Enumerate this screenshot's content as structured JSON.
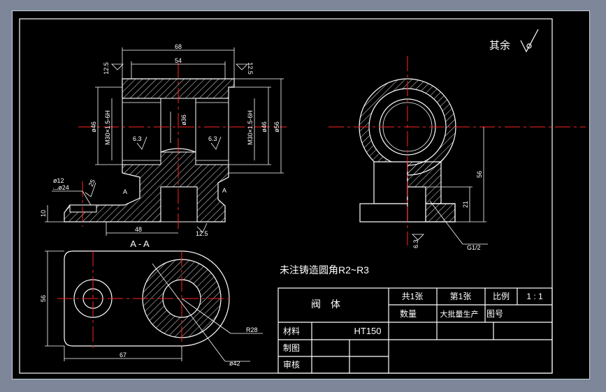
{
  "roughness_note": "其余",
  "section_label": "A - A",
  "section_marks": [
    "A",
    "A"
  ],
  "casting_note": "未注铸造圆角R2~R3",
  "dimensions": {
    "d68": "68",
    "d54": "54",
    "d46_left": "ø46",
    "thread_left": "M30×1.5-6H",
    "d36": "ø36",
    "r63a": "6.3",
    "r63b": "6.3",
    "thread_right": "M30×1.5-6H",
    "d46_right": "ø46",
    "d56": "ø56",
    "r125_left": "12.5",
    "r125_right": "12.5",
    "d12": "ø12",
    "cb24": "⌴ø24",
    "r25a": "25",
    "d10": "10",
    "d48": "48",
    "r125_bottom": "12.5",
    "d56_side": "56",
    "d21": "21",
    "r63_side": "6.3",
    "g12": "G1/2",
    "d56_top": "56",
    "d67": "67",
    "r28": "R28",
    "d42": "ø42"
  },
  "title_block": {
    "part_name": "阀　体",
    "sheet_count": "共1张",
    "sheet_no": "第1张",
    "scale_label": "比例",
    "scale_value": "1 : 1",
    "qty_label": "数量",
    "production": "大批量生产",
    "drawing_no_label": "图号",
    "material_label": "材料",
    "material_value": "HT150",
    "drawn_label": "制图",
    "checked_label": "审核"
  }
}
